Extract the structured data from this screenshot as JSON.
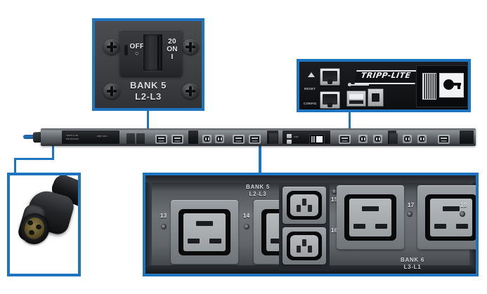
{
  "product": {
    "brand": "TRIPP-LITE",
    "type": "3-Phase Rack PDU"
  },
  "theme": {
    "callout_border": "#1f74c0",
    "leader_line": "#1f74c0",
    "page_background": "#ffffff",
    "faceplate_dark": "#2f3337",
    "faceplate_light": "#6e7276",
    "label_text": "#d9dde1"
  },
  "callouts": {
    "breaker": {
      "name": "circuit-breaker-detail",
      "switch": {
        "off_label": "OFF",
        "off_glyph": "○",
        "rating_label": "20",
        "on_label": "ON",
        "on_glyph": "I"
      },
      "bank_label": "BANK 5",
      "phase_label": "L2-L3"
    },
    "network_card": {
      "name": "network-management-card-detail",
      "brand": "TRIPP-LITE",
      "ports": [
        {
          "type": "rj45",
          "label": ""
        },
        {
          "type": "rj45",
          "label": ""
        }
      ],
      "port_labels": {
        "reset": "RESET",
        "config": "CONFIG"
      },
      "usb_ports": [
        "usb-a",
        "usb-b"
      ],
      "display": "lcd-panel"
    },
    "plug": {
      "name": "power-cord-plug-detail",
      "connector": "locking-inlet-plug"
    },
    "outlets": {
      "name": "outlet-bank-detail",
      "banks": [
        {
          "bank_label": "BANK 5",
          "phase_label": "L2-L3"
        },
        {
          "bank_label": "BANK 6",
          "phase_label": "L3-L1"
        }
      ],
      "receptacles": [
        {
          "number": "13",
          "style": "C19"
        },
        {
          "number": "14",
          "style": "C19"
        },
        {
          "number": "15",
          "style": "C13"
        },
        {
          "number": "16",
          "style": "C13"
        },
        {
          "number": "17",
          "style": "C19"
        },
        {
          "number": "18",
          "style": "C19"
        }
      ]
    }
  },
  "pdu_strip": {
    "name": "vertical-pdu-strip",
    "orientation": "horizontal-view",
    "cord_color": "#1f74c0"
  }
}
